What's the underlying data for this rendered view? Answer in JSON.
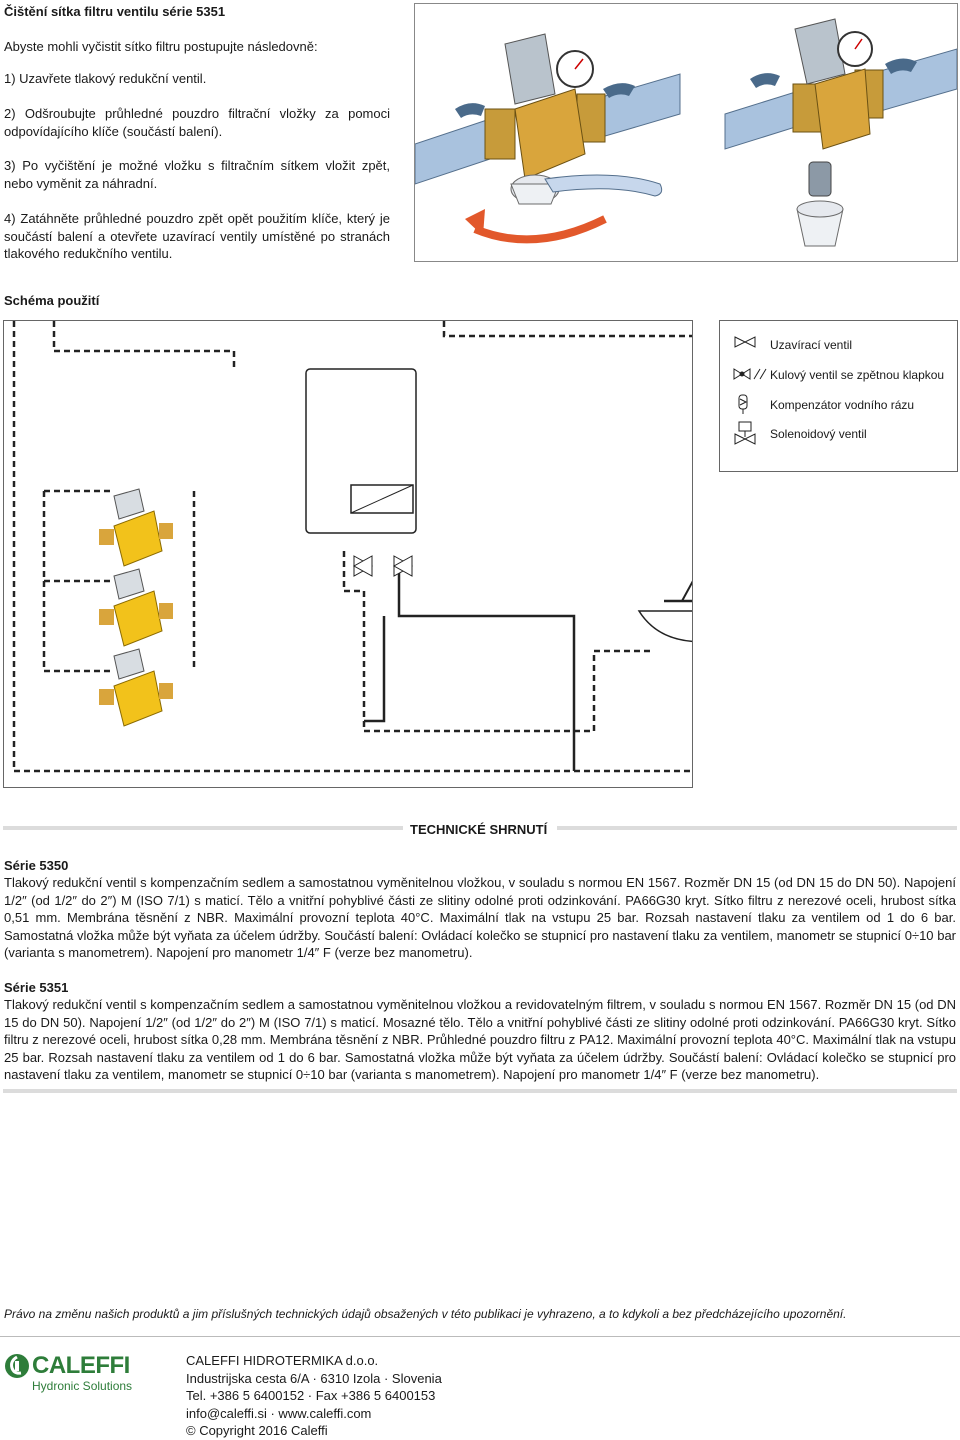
{
  "cleaning": {
    "title": "Čištění sítka filtru ventilu série 5351",
    "intro": "Abyste mohli vyčistit sítko filtru postupujte následovně:",
    "steps": [
      "1) Uzavřete tlakový redukční ventil.",
      "2) Odšroubujte průhledné pouzdro filtrační vložky za pomoci odpovídajícího klíče (součástí balení).",
      "3) Po vyčištění je možné vložku s filtračním sítkem vložit zpět, nebo vyměnit za náhradní.",
      "4) Zatáhněte průhledné pouzdro zpět opět použitím klíče, který je součástí balení a otevřete uzavírací ventily umístěné po stranách tlakového redukčního ventilu."
    ]
  },
  "schema": {
    "title": "Schéma použití",
    "legend": [
      {
        "icon": "shutoff-valve-icon",
        "label": "Uzavírací ventil"
      },
      {
        "icon": "check-ball-valve-icon",
        "label": "Kulový ventil se zpětnou klapkou"
      },
      {
        "icon": "water-hammer-arrester-icon",
        "label": "Kompenzátor vodního rázu"
      },
      {
        "icon": "solenoid-valve-icon",
        "label": "Solenoidový ventil"
      }
    ]
  },
  "tech": {
    "heading": "TECHNICKÉ SHRNUTÍ",
    "series": [
      {
        "title": "Série 5350",
        "text": "Tlakový redukční ventil s kompenzačním sedlem a samostatnou vyměnitelnou vložkou, v souladu s normou EN 1567. Rozměr DN 15 (od DN 15 do DN 50). Napojení 1/2″ (od 1/2″ do 2″) M (ISO 7/1) s maticí. Tělo a vnitřní pohyblivé části ze slitiny odolné proti odzinkování. PA66G30 kryt. Sítko filtru z nerezové oceli, hrubost sítka 0,51 mm. Membrána těsnění z NBR. Maximální provozní teplota 40°C. Maximální tlak na vstupu 25 bar. Rozsah nastavení tlaku za ventilem od 1 do 6 bar. Samostatná vložka může být vyňata za účelem údržby. Součástí balení: Ovládací kolečko se stupnicí pro nastavení tlaku za ventilem, manometr se stupnicí 0÷10 bar (varianta s manometrem). Napojení pro manometr 1/4″ F (verze bez manometru)."
      },
      {
        "title": "Série 5351",
        "text": "Tlakový redukční ventil s kompenzačním sedlem a samostatnou vyměnitelnou vložkou a revidovatelným filtrem, v souladu s normou EN 1567. Rozměr DN 15 (od DN 15 do DN 50). Napojení 1/2″ (od 1/2″ do 2″) M (ISO 7/1) s maticí. Mosazné tělo. Tělo a vnitřní pohyblivé části ze slitiny odolné proti odzinkování. PA66G30 kryt. Sítko filtru z nerezové oceli, hrubost sítka 0,28 mm. Membrána těsnění z NBR. Průhledné pouzdro filtru z PA12. Maximální provozní teplota 40°C. Maximální tlak na vstupu 25 bar. Rozsah nastavení tlaku za ventilem od 1 do 6 bar. Samostatná vložka může být vyňata za účelem údržby. Součástí balení: Ovládací kolečko se stupnicí pro nastavení tlaku za ventilem, manometr se stupnicí 0÷10 bar (varianta s manometrem). Napojení pro manometr 1/4″ F (verze bez manometru)."
      }
    ]
  },
  "disclaimer": "Právo na změnu našich produktů a jim příslušných technických údajů obsažených v této publikaci je vyhrazeno, a to kdykoli a bez předcházejícího upozornění.",
  "footer": {
    "logo_text": "CALEFFI",
    "logo_sub": "Hydronic Solutions",
    "address": [
      "CALEFFI HIDROTERMIKA d.o.o.",
      "Industrijska cesta 6/A · 6310 Izola · Slovenia",
      "Tel. +386 5 6400152 · Fax +386 5 6400153",
      "info@caleffi.si · www.caleffi.com",
      "© Copyright 2016 Caleffi"
    ]
  },
  "colors": {
    "brand_green": "#2e7d3a",
    "valve_brass": "#d9a53c",
    "valve_yellow": "#f2c21b",
    "pipe_blue": "#9db8d6"
  }
}
